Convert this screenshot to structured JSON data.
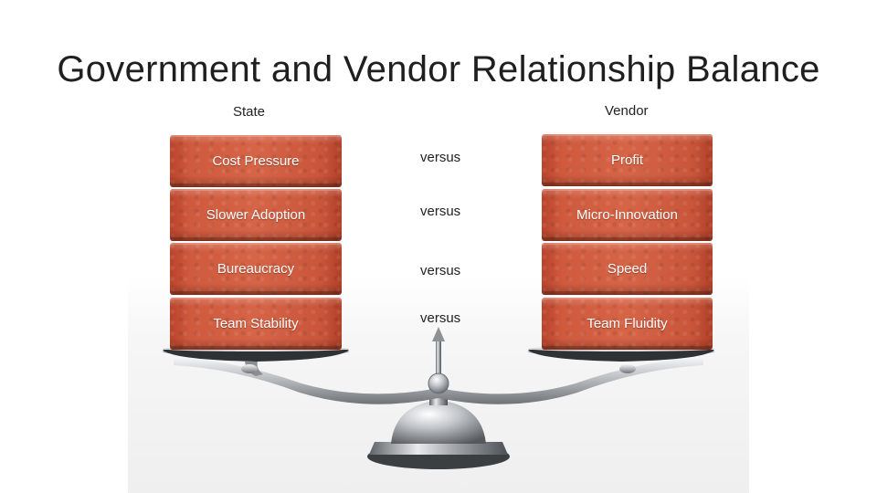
{
  "slide": {
    "title": "Government and Vendor Relationship Balance",
    "left_label": "State",
    "right_label": "Vendor"
  },
  "rows": [
    {
      "left": "Cost Pressure",
      "middle": "versus",
      "right": "Profit"
    },
    {
      "left": "Slower Adoption",
      "middle": "versus",
      "right": "Micro-Innovation"
    },
    {
      "left": "Bureaucracy",
      "middle": "versus",
      "right": "Speed"
    },
    {
      "left": "Team Stability",
      "middle": "versus",
      "right": "Team Fluidity"
    }
  ],
  "colors": {
    "brick": "#cf5a3e",
    "scale_metal": "#b9bcc0",
    "background": "#ffffff"
  },
  "illustration": "balance-scale-icon"
}
